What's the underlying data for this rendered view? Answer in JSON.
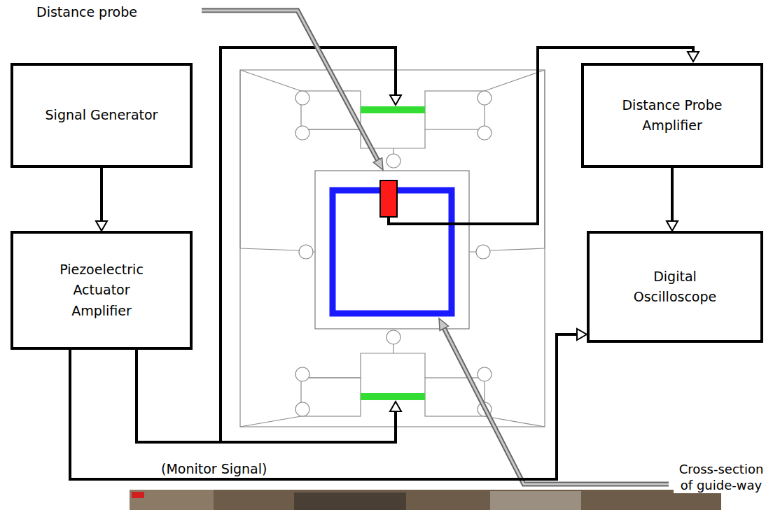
{
  "diagram": {
    "nodes": [
      {
        "text": [
          "Signal Generator"
        ]
      },
      {
        "text": [
          "Piezoelectric Actuator Amplifier"
        ]
      },
      {
        "text": [
          "Distance Probe Amplifier"
        ]
      },
      {
        "text": [
          "Digital Oscilloscope"
        ]
      }
    ],
    "edges": [
      {
        "from": 0,
        "to": 1,
        "arrow": "to"
      },
      {
        "from": 2,
        "to": 3,
        "arrow": "to"
      },
      {
        "from": 1,
        "to": 3,
        "arrow": "to",
        "label": "(Monitor Signal)"
      }
    ],
    "labels": [
      "Distance probe",
      "Cross-section of guide-way"
    ]
  }
}
